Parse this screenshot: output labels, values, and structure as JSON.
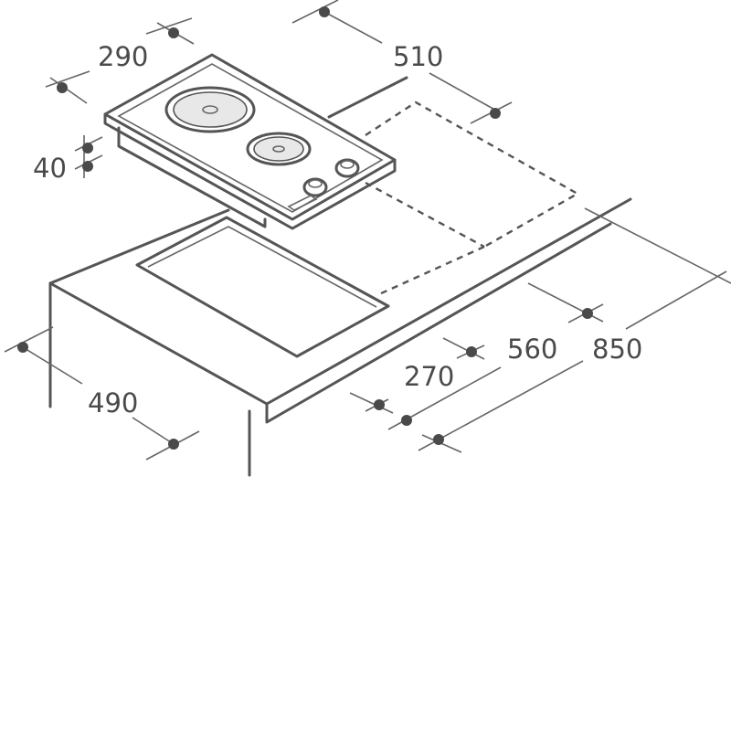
{
  "dimensions": {
    "hob_width": "290",
    "hob_height": "40",
    "worktop_cutout_depth": "510",
    "cabinet_depth": "490",
    "cutout_width": "270",
    "cabinet_width": "560",
    "worktop_width": "850"
  },
  "colors": {
    "line": "#555555",
    "text": "#4a4a4a",
    "background": "#ffffff",
    "hob_plate": "#e8e8e8"
  }
}
